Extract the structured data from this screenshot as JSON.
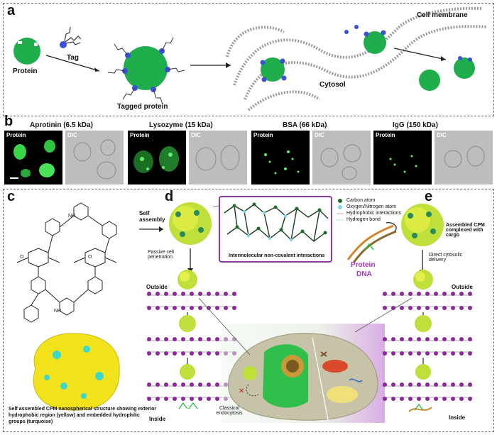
{
  "panels": {
    "a": "a",
    "b": "b",
    "c": "c",
    "d": "d",
    "e": "e"
  },
  "panel_a": {
    "protein": "Protein",
    "tag": "Tag",
    "tagged_protein": "Tagged protein",
    "cell_membrane": "Cell membrane",
    "cytosol": "Cytosol"
  },
  "panel_b": {
    "proteins": [
      {
        "title": "Aprotinin (6.5 kDa)",
        "fl_label": "Protein",
        "dic_label": "DIC"
      },
      {
        "title": "Lysozyme (15 kDa)",
        "fl_label": "Protein",
        "dic_label": "DIC"
      },
      {
        "title": "BSA (66 kDa)",
        "fl_label": "Protein",
        "dic_label": "DIC"
      },
      {
        "title": "IgG (150 kDa)",
        "fl_label": "Protein",
        "dic_label": "DIC"
      }
    ]
  },
  "panel_c": {
    "caption": "Self assembled CPM nanospherical structure showing exterior hydrophobic region (yellow) and embedded hydrophilic groups (turquoise)"
  },
  "panel_d": {
    "self_assembly": "Self assembly",
    "passive": "Passive cell penetration",
    "outside": "Outside",
    "inside": "Inside",
    "intermolecular": "Intermolecular non-covalent interactions",
    "classical": "Classical endocytosis",
    "legend": [
      "Carbon atom",
      "Oxygen/Nitrogen atom",
      "Hydrophobic interactions",
      "Hydrogen bond"
    ]
  },
  "panel_e": {
    "protein": "Protein",
    "dna": "DNA",
    "assembled": "Assembled CPM complexed with cargo",
    "direct": "Direct cytosolic delivery",
    "outside": "Outside",
    "inside": "Inside"
  },
  "colors": {
    "protein_green": "#1fae4b",
    "tag_blue": "#3b4fd8",
    "membrane_gray": "#9a9a9a",
    "cpm_yellow": "#f2e21c",
    "lipid_purple": "#8a2a9a",
    "label_purple": "#a03ab8"
  }
}
